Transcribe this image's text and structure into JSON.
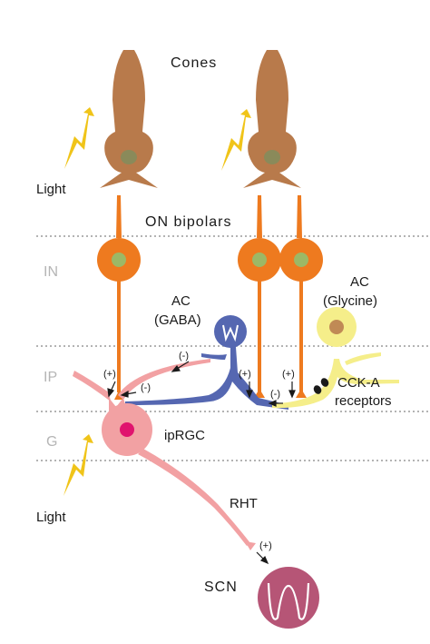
{
  "labels": {
    "cones": "Cones",
    "on_bipolars": "ON bipolars",
    "light_top": "Light",
    "light_bottom": "Light",
    "ac_gaba_line1": "AC",
    "ac_gaba_line2": "(GABA)",
    "ac_glycine_line1": "AC",
    "ac_glycine_line2": "(Glycine)",
    "cck_line1": "CCK-A",
    "cck_line2": "receptors",
    "iprgc": "ipRGC",
    "rht": "RHT",
    "scn": "SCN"
  },
  "layers": {
    "in": "IN",
    "ip": "IP",
    "g": "G"
  },
  "signs": {
    "gaba_to_iprgc": "(-)",
    "bipolar1_to_iprgc": "(+)",
    "gaba_to_iprgc_2": "(-)",
    "bipolar2_plus": "(+)",
    "bipolar3_plus": "(+)",
    "glycine_minus": "(-)",
    "rht_plus": "(+)"
  },
  "colors": {
    "cone": "#b87a4b",
    "bipolar": "#ee7a1f",
    "bipolar_nucleus": "#9cb866",
    "gaba_ac": "#5567b1",
    "glycine_ac": "#f5ee8a",
    "glycine_nucleus": "#c08a55",
    "iprgc": "#f2a1a3",
    "iprgc_nucleus": "#e0146e",
    "scn": "#b65576",
    "light": "#f0c419"
  }
}
